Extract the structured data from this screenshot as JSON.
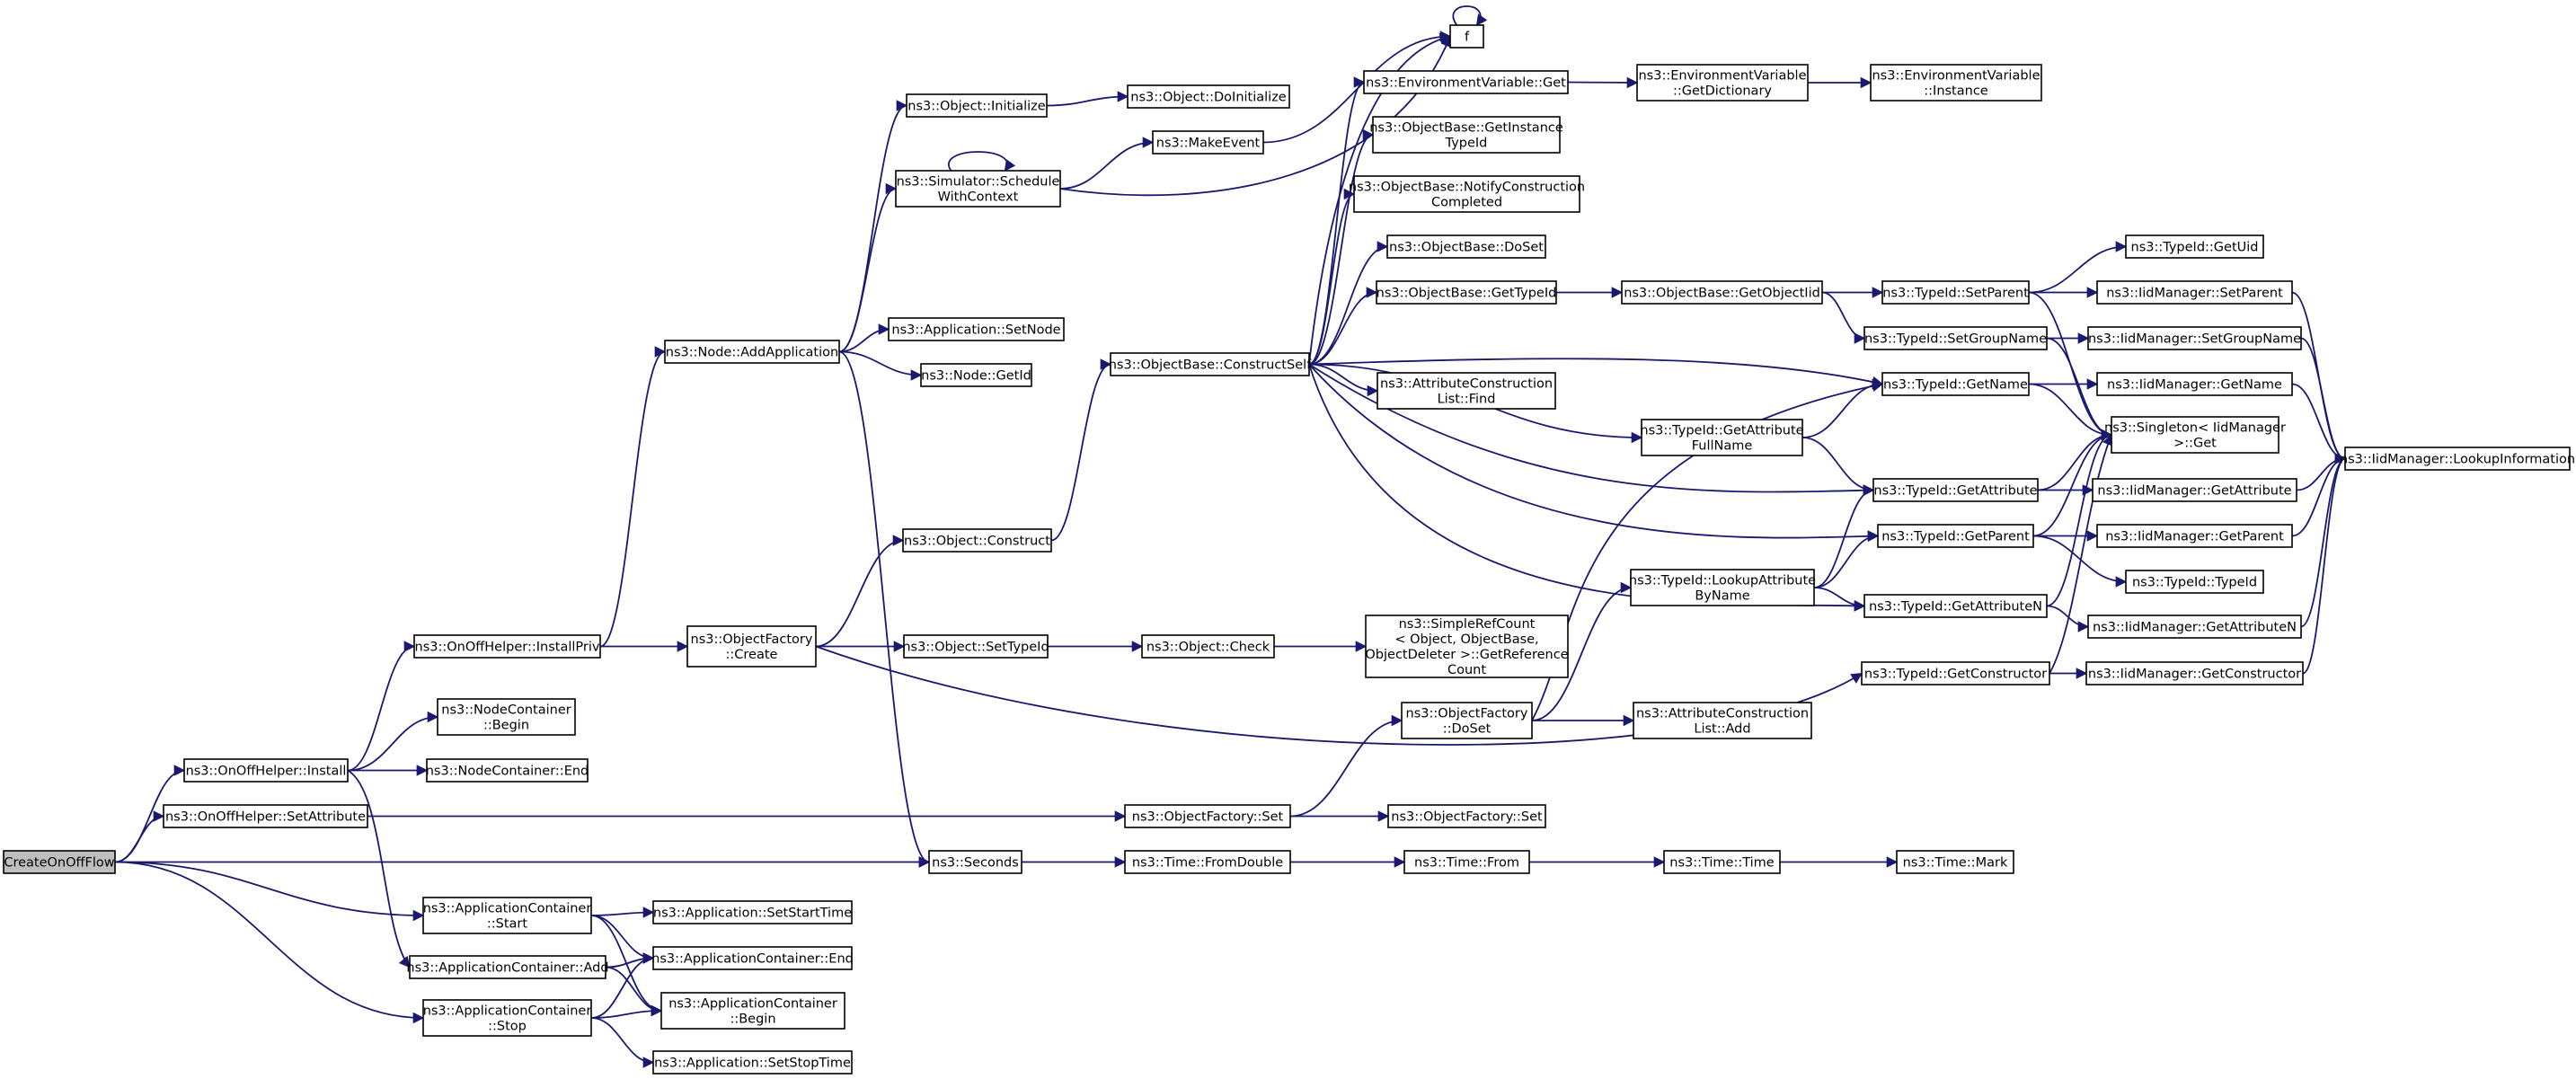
{
  "colors": {
    "edge": "#191970",
    "node_border": "#000000",
    "root_fill": "#bfbfbf",
    "node_fill": "#ffffff"
  },
  "nodes": {
    "createOnOffFlow": [
      "CreateOnOffFlow"
    ],
    "onOffHelperInstall": [
      "ns3::OnOffHelper::Install"
    ],
    "onOffHelperSetAttribute": [
      "ns3::OnOffHelper::SetAttribute"
    ],
    "seconds": [
      "ns3::Seconds"
    ],
    "appContainerStart": [
      "ns3::ApplicationContainer",
      "::Start"
    ],
    "appContainerAdd": [
      "ns3::ApplicationContainer::Add"
    ],
    "appContainerStop": [
      "ns3::ApplicationContainer",
      "::Stop"
    ],
    "onOffHelperInstallPriv": [
      "ns3::OnOffHelper::InstallPriv"
    ],
    "nodeContainerBegin": [
      "ns3::NodeContainer",
      "::Begin"
    ],
    "nodeContainerEnd": [
      "ns3::NodeContainer::End"
    ],
    "nodeAddApplication": [
      "ns3::Node::AddApplication"
    ],
    "objectFactoryCreate": [
      "ns3::ObjectFactory",
      "::Create"
    ],
    "objectInitialize": [
      "ns3::Object::Initialize"
    ],
    "simulatorScheduleWithContext": [
      "ns3::Simulator::Schedule",
      "WithContext"
    ],
    "applicationSetNode": [
      "ns3::Application::SetNode"
    ],
    "nodeGetId": [
      "ns3::Node::GetId"
    ],
    "objectConstruct": [
      "ns3::Object::Construct"
    ],
    "objectSetTypeId": [
      "ns3::Object::SetTypeId"
    ],
    "objectDoInitialize": [
      "ns3::Object::DoInitialize"
    ],
    "makeEvent": [
      "ns3::MakeEvent"
    ],
    "f": [
      "f"
    ],
    "objectBaseConstructSelf": [
      "ns3::ObjectBase::ConstructSelf"
    ],
    "objectCheck": [
      "ns3::Object::Check"
    ],
    "objectFactorySet": [
      "ns3::ObjectFactory::Set"
    ],
    "timeFromDouble": [
      "ns3::Time::FromDouble"
    ],
    "appSetStartTime": [
      "ns3::Application::SetStartTime"
    ],
    "appContainerEnd": [
      "ns3::ApplicationContainer::End"
    ],
    "appContainerBegin": [
      "ns3::ApplicationContainer",
      "::Begin"
    ],
    "appSetStopTime": [
      "ns3::Application::SetStopTime"
    ],
    "envVarGet": [
      "ns3::EnvironmentVariable::Get"
    ],
    "objectBaseGetInstanceTypeId": [
      "ns3::ObjectBase::GetInstance",
      "TypeId"
    ],
    "objectBaseNotifyConstructionCompleted": [
      "ns3::ObjectBase::NotifyConstruction",
      "Completed"
    ],
    "objectBaseDoSet": [
      "ns3::ObjectBase::DoSet"
    ],
    "objectBaseGetTypeId": [
      "ns3::ObjectBase::GetTypeId"
    ],
    "attrConstructionListFind": [
      "ns3::AttributeConstruction",
      "List::Find"
    ],
    "simpleRefCount": [
      "ns3::SimpleRefCount",
      "< Object, ObjectBase,",
      "ObjectDeleter >::GetReference",
      "Count"
    ],
    "objectFactoryDoSet": [
      "ns3::ObjectFactory",
      "::DoSet"
    ],
    "objectFactorySet2": [
      "ns3::ObjectFactory::Set"
    ],
    "timeFrom": [
      "ns3::Time::From"
    ],
    "envVarGetDictionary": [
      "ns3::EnvironmentVariable",
      "::GetDictionary"
    ],
    "objectBaseGetObjectIid": [
      "ns3::ObjectBase::GetObjectIid"
    ],
    "typeIdGetAttributeFullName": [
      "ns3::TypeId::GetAttribute",
      "FullName"
    ],
    "typeIdLookupAttributeByName": [
      "ns3::TypeId::LookupAttribute",
      "ByName"
    ],
    "attrConstructionListAdd": [
      "ns3::AttributeConstruction",
      "List::Add"
    ],
    "timeTime": [
      "ns3::Time::Time"
    ],
    "envVarInstance": [
      "ns3::EnvironmentVariable",
      "::Instance"
    ],
    "typeIdSetParent": [
      "ns3::TypeId::SetParent"
    ],
    "typeIdSetGroupName": [
      "ns3::TypeId::SetGroupName"
    ],
    "typeIdGetName": [
      "ns3::TypeId::GetName"
    ],
    "typeIdGetAttribute": [
      "ns3::TypeId::GetAttribute"
    ],
    "typeIdGetParent": [
      "ns3::TypeId::GetParent"
    ],
    "typeIdGetAttributeN": [
      "ns3::TypeId::GetAttributeN"
    ],
    "typeIdGetConstructor": [
      "ns3::TypeId::GetConstructor"
    ],
    "timeMark": [
      "ns3::Time::Mark"
    ],
    "typeIdGetUid": [
      "ns3::TypeId::GetUid"
    ],
    "iidManagerSetParent": [
      "ns3::IidManager::SetParent"
    ],
    "iidManagerSetGroupName": [
      "ns3::IidManager::SetGroupName"
    ],
    "iidManagerGetName": [
      "ns3::IidManager::GetName"
    ],
    "singletonGet": [
      "ns3::Singleton< IidManager",
      ">::Get"
    ],
    "iidManagerGetAttribute": [
      "ns3::IidManager::GetAttribute"
    ],
    "iidManagerGetParent": [
      "ns3::IidManager::GetParent"
    ],
    "typeIdTypeId": [
      "ns3::TypeId::TypeId"
    ],
    "iidManagerGetAttributeN": [
      "ns3::IidManager::GetAttributeN"
    ],
    "iidManagerGetConstructor": [
      "ns3::IidManager::GetConstructor"
    ],
    "iidManagerLookupInformation": [
      "ns3::IidManager::LookupInformation"
    ]
  }
}
